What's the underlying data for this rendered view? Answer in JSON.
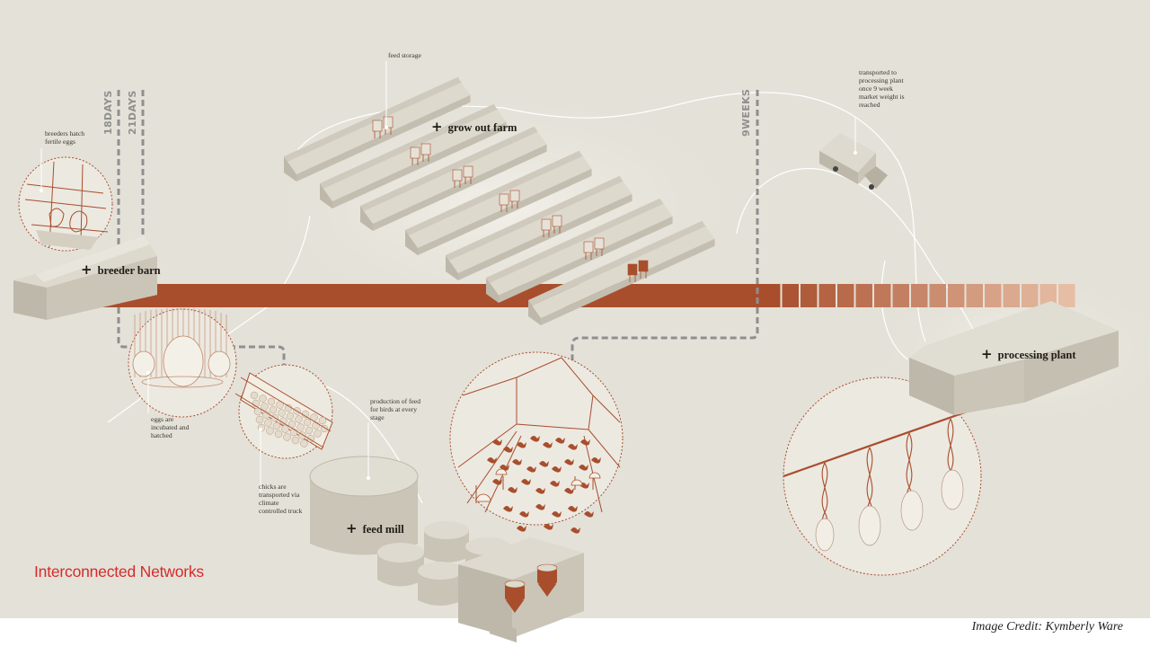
{
  "title": "Interconnected Networks",
  "credit": "Image Credit:  Kymberly Ware",
  "timeline": {
    "days_18": "18DAYS",
    "days_21": "21DAYS",
    "weeks_9": "9WEEKS"
  },
  "facilities": {
    "breeder_barn": "breeder barn",
    "grow_out_farm": "grow out farm",
    "feed_mill": "feed mill",
    "processing_plant": "processing plant"
  },
  "annotations": {
    "breeders_hatch": "breeders hatch fertile eggs",
    "feed_storage": "feed storage",
    "eggs_incubated": "eggs are incubated and hatched",
    "chicks_transported": "chicks are transported via climate controlled truck",
    "feed_production": "production of feed for birds at every stage",
    "transported_processing": "transported to processing plant once 9 week market weight is reached"
  },
  "colors": {
    "background": "#e4e1d8",
    "rust": "#a84e2c",
    "dashed_line": "#8f8f8f",
    "building": "#d4d0c3",
    "title": "#d52b2b"
  }
}
